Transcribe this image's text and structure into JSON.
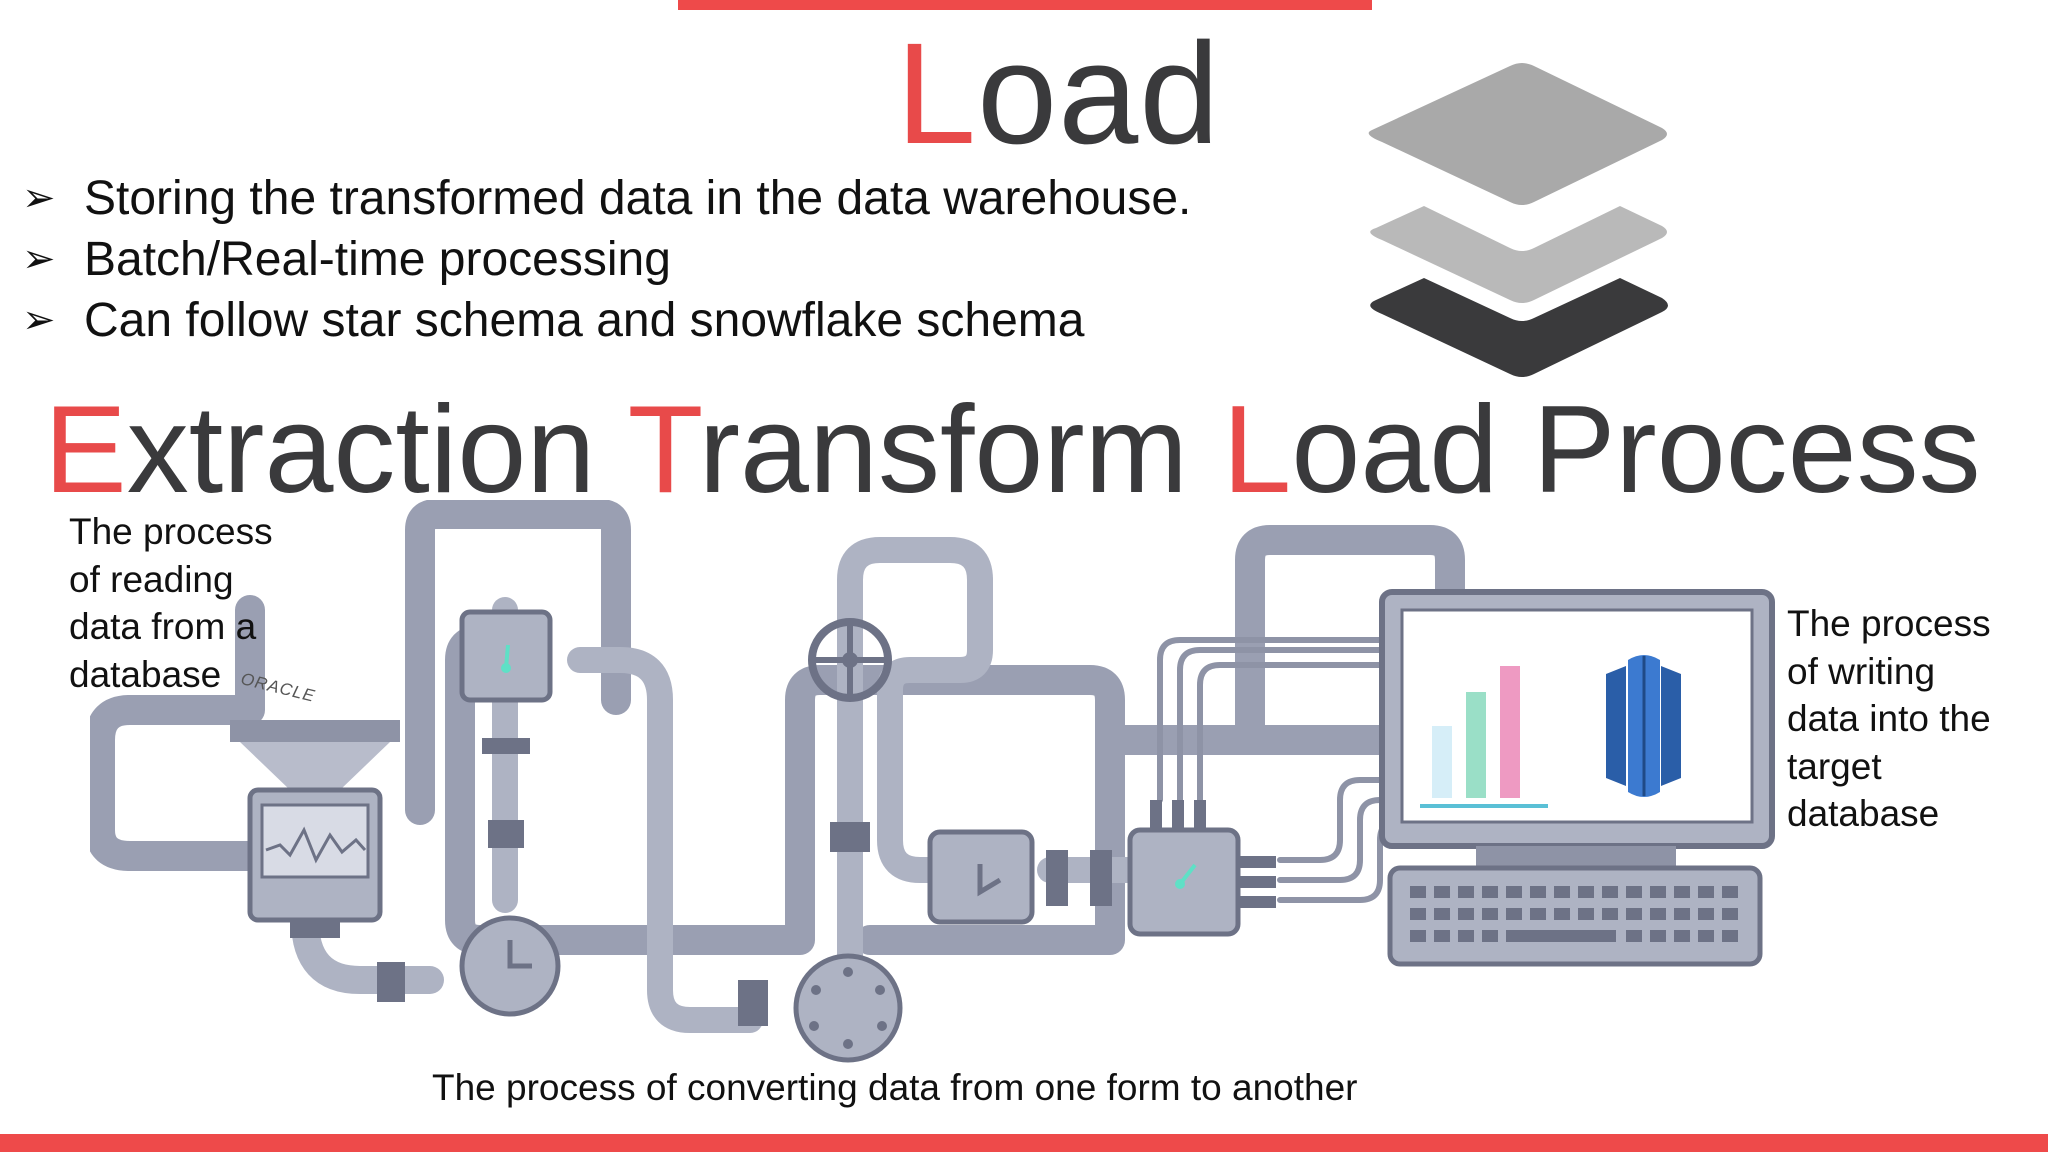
{
  "load_heading": {
    "first_letter": "L",
    "rest": "oad"
  },
  "bullets": [
    "Storing the transformed data in the data warehouse.",
    "Batch/Real-time processing",
    "Can follow star schema and snowflake schema"
  ],
  "etl_heading": {
    "e": "E",
    "xtraction": "xtraction",
    "t": "T",
    "ransform": "ransform",
    "l": "L",
    "oad_process": "oad Process"
  },
  "left_text": {
    "line1": "The process",
    "line2": "of reading",
    "line3": "data from a",
    "line4": "database"
  },
  "oracle_logo": "ORACLE",
  "right_text": {
    "line1": "The process",
    "line2": "of writing",
    "line3": "data into the",
    "line4": "target",
    "line5": "database"
  },
  "bottom_text": "The process of converting data from one form to another",
  "icons": [
    "layers-icon",
    "pipeline-illustration",
    "monitor-icon",
    "bar-chart-icon",
    "database-icon"
  ],
  "colors": {
    "accent": "#e84a4a",
    "heading": "#3a3a3c",
    "pipe": "#8e93a6",
    "pipe_light": "#aeb3c3"
  }
}
